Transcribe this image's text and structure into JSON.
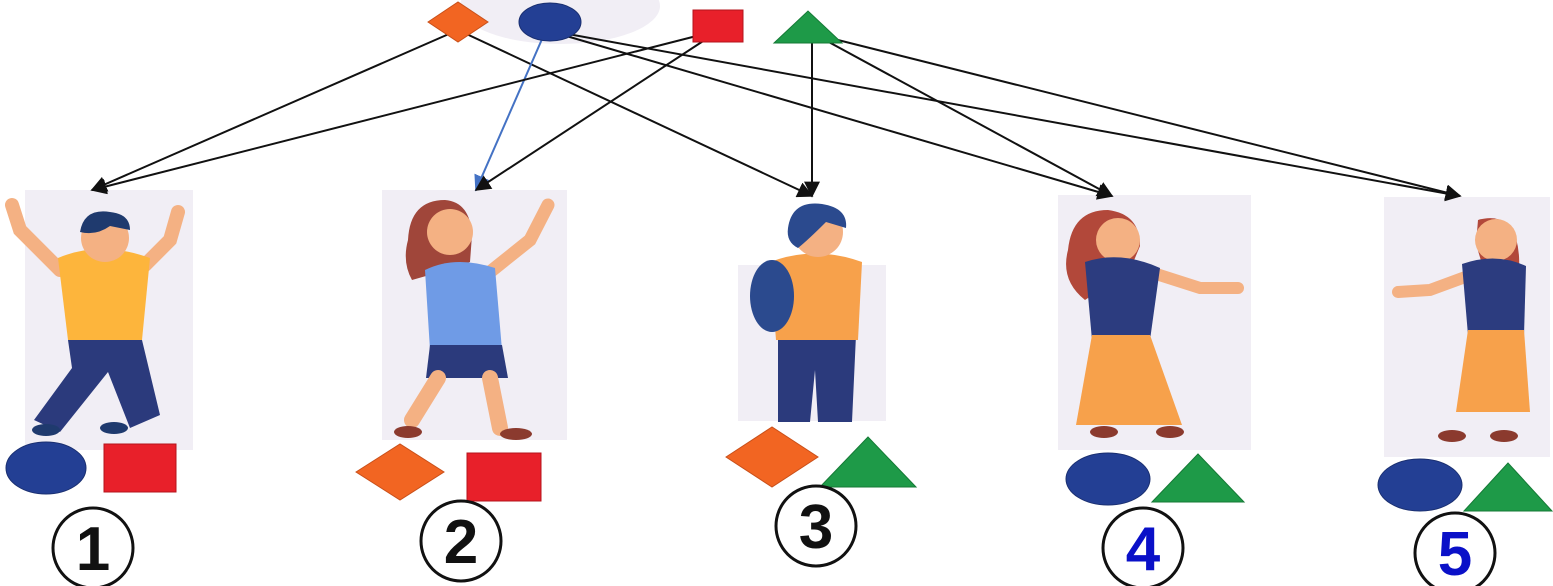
{
  "colors": {
    "orange": "#F26522",
    "blue": "#233F94",
    "red": "#E8202A",
    "green": "#1E9A48",
    "arrow_black": "#111111",
    "arrow_blue": "#4472C4",
    "numeral_black": "#111111",
    "numeral_blue": "#0A10C8",
    "card_bg": "#F1EEF5"
  },
  "source_shapes": [
    {
      "shape": "diamond",
      "color_key": "orange"
    },
    {
      "shape": "ellipse",
      "color_key": "blue"
    },
    {
      "shape": "rectangle",
      "color_key": "red"
    },
    {
      "shape": "triangle",
      "color_key": "green"
    }
  ],
  "people": [
    {
      "id": 1,
      "label": "1",
      "figure": "boy-cheering",
      "shapes": [
        "ellipse",
        "rectangle"
      ],
      "label_color_key": "numeral_black"
    },
    {
      "id": 2,
      "label": "2",
      "figure": "girl-waving",
      "shapes": [
        "diamond",
        "rectangle"
      ],
      "label_color_key": "numeral_black"
    },
    {
      "id": 3,
      "label": "3",
      "figure": "student-backpack",
      "shapes": [
        "diamond",
        "triangle"
      ],
      "label_color_key": "numeral_black"
    },
    {
      "id": 4,
      "label": "4",
      "figure": "girl-pointing-right",
      "shapes": [
        "ellipse",
        "triangle"
      ],
      "label_color_key": "numeral_blue"
    },
    {
      "id": 5,
      "label": "5",
      "figure": "girl-pointing-left",
      "shapes": [
        "ellipse",
        "triangle"
      ],
      "label_color_key": "numeral_blue"
    }
  ],
  "arrows": [
    {
      "from": "diamond",
      "to": 1,
      "color_key": "arrow_black"
    },
    {
      "from": "diamond",
      "to": 3,
      "color_key": "arrow_black"
    },
    {
      "from": "ellipse",
      "to": 2,
      "color_key": "arrow_blue"
    },
    {
      "from": "ellipse",
      "to": 4,
      "color_key": "arrow_black"
    },
    {
      "from": "ellipse",
      "to": 5,
      "color_key": "arrow_black"
    },
    {
      "from": "rectangle",
      "to": 1,
      "color_key": "arrow_black"
    },
    {
      "from": "rectangle",
      "to": 2,
      "color_key": "arrow_black"
    },
    {
      "from": "triangle",
      "to": 3,
      "color_key": "arrow_black"
    },
    {
      "from": "triangle",
      "to": 4,
      "color_key": "arrow_black"
    },
    {
      "from": "triangle",
      "to": 5,
      "color_key": "arrow_black"
    }
  ]
}
